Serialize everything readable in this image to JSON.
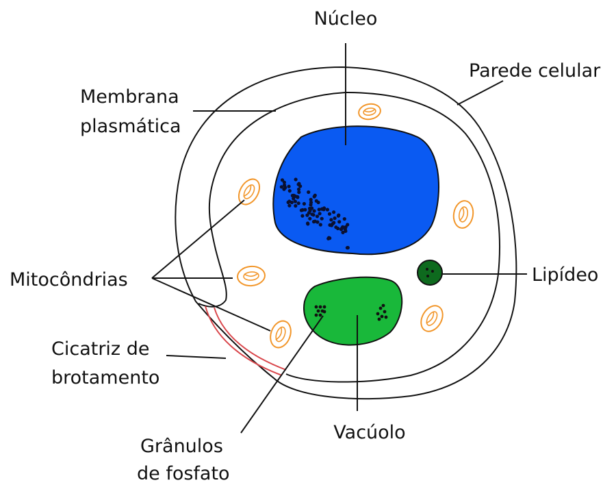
{
  "labels": {
    "nucleus": "Núcleo",
    "cell_wall": "Parede celular",
    "membrane_line1": "Membrana",
    "membrane_line2": "plasmática",
    "mitochondria": "Mitocôndrias",
    "lipid": "Lipídeo",
    "scar_line1": "Cicatriz de",
    "scar_line2": "brotamento",
    "granules_line1": "Grânulos",
    "granules_line2": "de fosfato",
    "vacuole": "Vacúolo"
  },
  "colors": {
    "nucleus_fill": "#0A5AF2",
    "vacuole_fill": "#19B83A",
    "lipid_fill": "#0E6A1E",
    "mitochondria_stroke": "#F2962A",
    "scar_stroke": "#D9464B",
    "outline": "#111111"
  }
}
